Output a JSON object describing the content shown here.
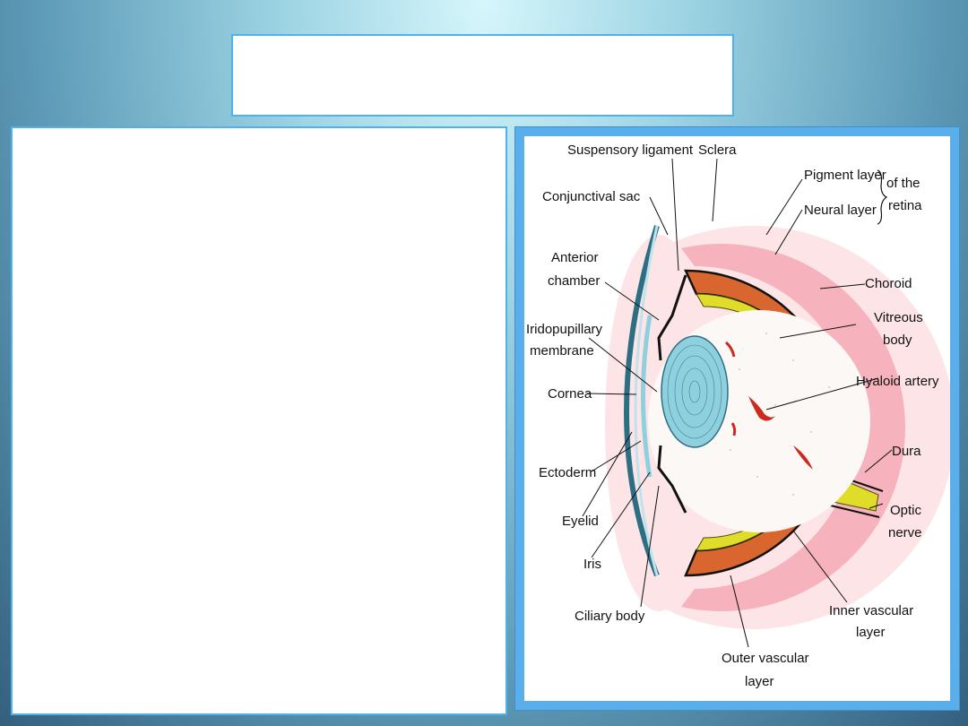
{
  "slide": {
    "title_text": "",
    "body_text": ""
  },
  "diagram": {
    "labels": {
      "suspensory_ligament": "Suspensory ligament",
      "sclera": "Sclera",
      "pigment_layer": "Pigment layer",
      "neural_layer": "Neural layer",
      "of_the": "of the",
      "retina": "retina",
      "conjunctival_sac": "Conjunctival sac",
      "anterior": "Anterior",
      "chamber": "chamber",
      "choroid": "Choroid",
      "vitreous": "Vitreous",
      "body": "body",
      "iridopupillary": "Iridopupillary",
      "membrane": "membrane",
      "hyaloid_artery": "Hyaloid artery",
      "cornea": "Cornea",
      "dura": "Dura",
      "ectoderm": "Ectoderm",
      "optic": "Optic",
      "nerve": "nerve",
      "eyelid": "Eyelid",
      "iris": "Iris",
      "ciliary_body": "Ciliary body",
      "inner_vascular": "Inner vascular",
      "inner_layer": "layer",
      "outer_vascular": "Outer vascular",
      "outer_layer": "layer"
    },
    "colors": {
      "sclera_outer": "#f9c9cf",
      "sclera_band": "#f4a3ae",
      "choroid": "#d9662f",
      "neural": "#e0dc2a",
      "lens": "#8fd0de",
      "vessel": "#cc2a1c"
    }
  }
}
